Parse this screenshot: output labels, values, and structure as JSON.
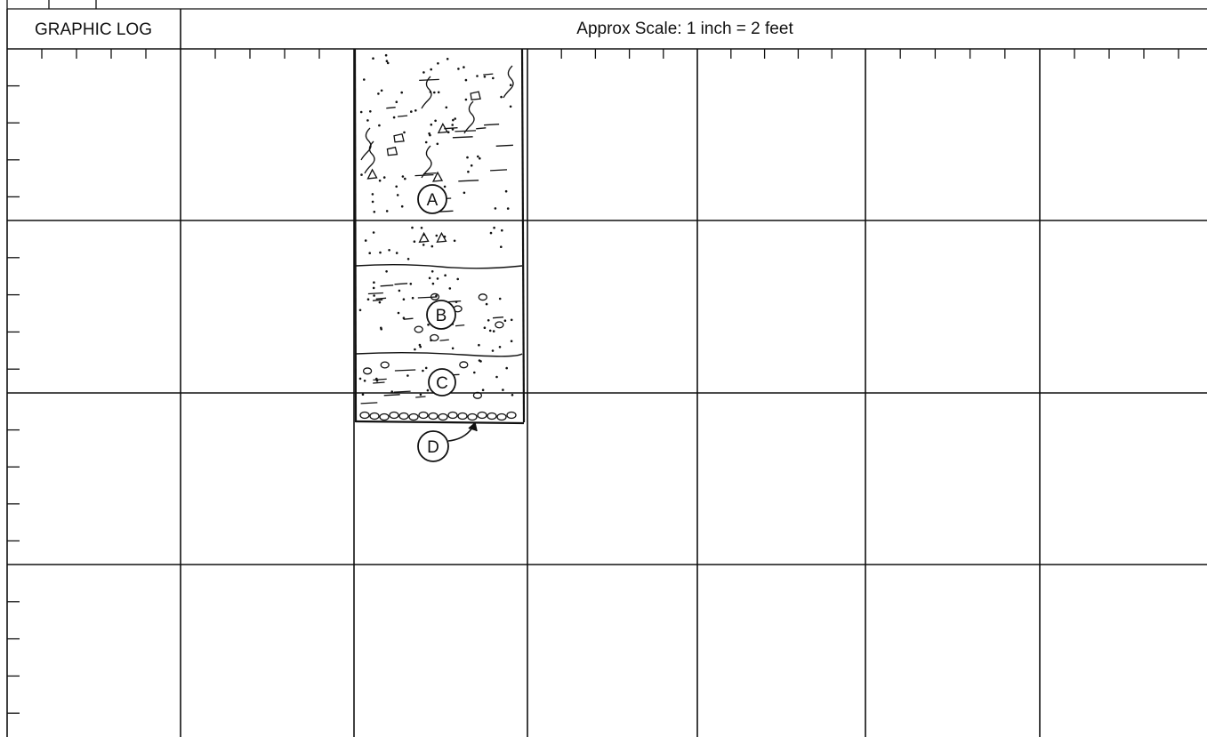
{
  "header": {
    "left_title": "GRAPHIC LOG",
    "scale_label": "Approx Scale:   1 inch = 2 feet"
  },
  "units": [
    {
      "id": "A",
      "label": "A"
    },
    {
      "id": "B",
      "label": "B"
    },
    {
      "id": "C",
      "label": "C"
    },
    {
      "id": "D",
      "label": "D"
    }
  ]
}
